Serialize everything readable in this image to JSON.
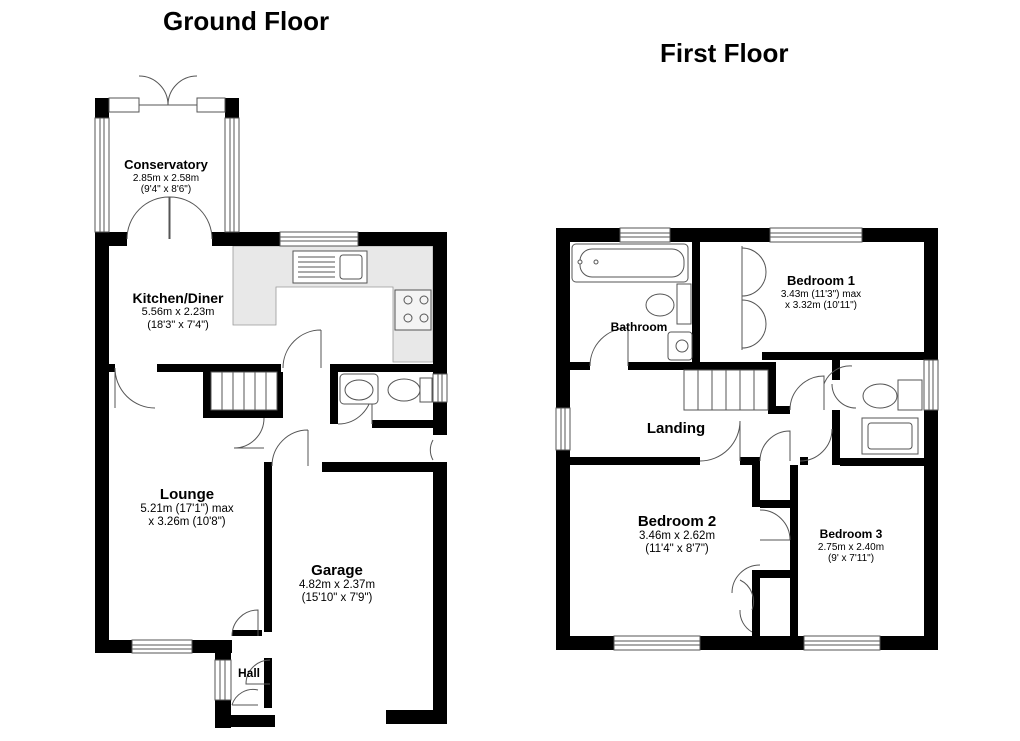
{
  "floors": {
    "ground": {
      "title": "Ground Floor"
    },
    "first": {
      "title": "First Floor"
    }
  },
  "rooms": {
    "conservatory": {
      "name": "Conservatory",
      "dim_m": "2.85m x 2.58m",
      "dim_ft": "(9'4\" x 8'6\")"
    },
    "kitchen": {
      "name": "Kitchen/Diner",
      "dim_m": "5.56m x 2.23m",
      "dim_ft": "(18'3\" x 7'4\")"
    },
    "lounge": {
      "name": "Lounge",
      "dim_m": "5.21m (17'1\") max",
      "dim_ft": "x 3.26m (10'8\")"
    },
    "garage": {
      "name": "Garage",
      "dim_m": "4.82m x 2.37m",
      "dim_ft": "(15'10\" x 7'9\")"
    },
    "hall": {
      "name": "Hall"
    },
    "bathroom": {
      "name": "Bathroom"
    },
    "bedroom1": {
      "name": "Bedroom 1",
      "dim_m": "3.43m (11'3\") max",
      "dim_ft": "x 3.32m (10'11\")"
    },
    "landing": {
      "name": "Landing"
    },
    "bedroom2": {
      "name": "Bedroom 2",
      "dim_m": "3.46m x 2.62m",
      "dim_ft": "(11'4\" x 8'7\")"
    },
    "bedroom3": {
      "name": "Bedroom 3",
      "dim_m": "2.75m x 2.40m",
      "dim_ft": "(9' x 7'11\")"
    }
  }
}
